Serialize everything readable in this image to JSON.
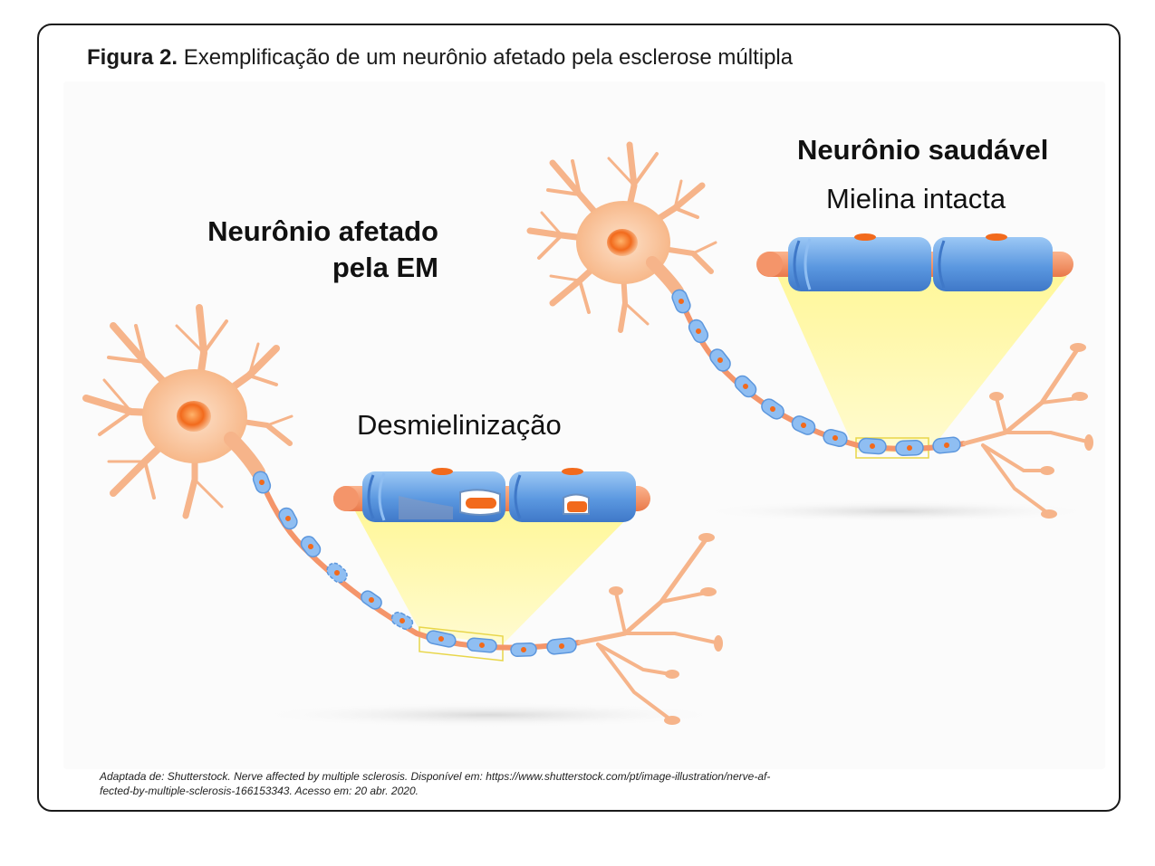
{
  "figure": {
    "label": "Figura 2.",
    "caption": "Exemplificação de um neurônio afetado pela esclerose múltipla"
  },
  "diagram": {
    "affected_title_line1": "Neurônio afetado",
    "affected_title_line2": "pela EM",
    "affected_zoom_label": "Desmielinização",
    "healthy_title": "Neurônio saudável",
    "healthy_zoom_label": "Mielina intacta"
  },
  "colors": {
    "neuron_body": "#f9c6a0",
    "nucleus": "#f47a2a",
    "myelin": "#6fa8e8",
    "axon": "#f4956a",
    "zoom_cone": "#fff59a"
  },
  "credit": {
    "line1": "Adaptada de: Shutterstock. Nerve affected by multiple sclerosis. Disponível em: https://www.shutterstock.com/pt/image-illustration/nerve-af-",
    "line2": "fected-by-multiple-sclerosis-166153343. Acesso em: 20 abr. 2020."
  }
}
